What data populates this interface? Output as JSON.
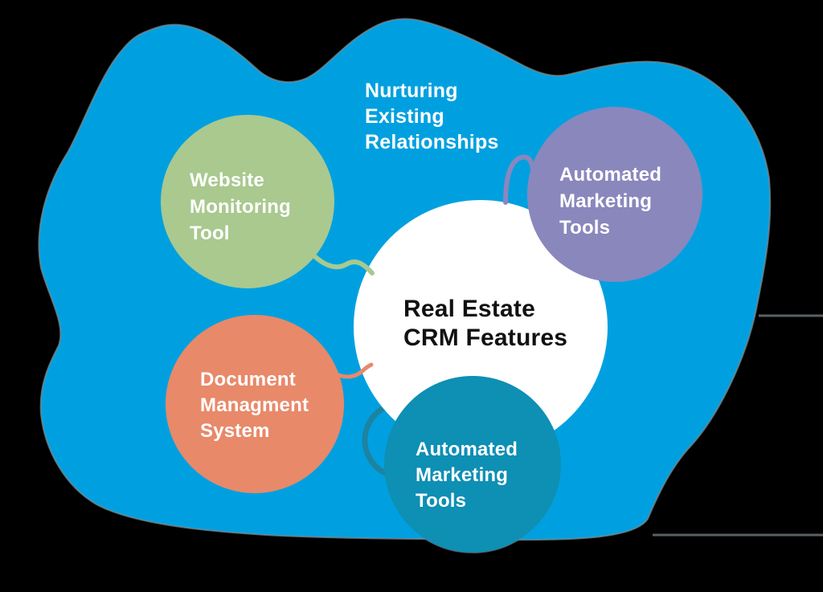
{
  "diagram": {
    "title": "Real Estate\nCRM Features",
    "floating_label": "Nurturing\nExisting\nRelationships",
    "nodes": [
      {
        "id": "website-monitoring-tool",
        "label": "Website\nMonitoring\nTool",
        "color": "#a9c98f"
      },
      {
        "id": "automated-marketing-tools-top",
        "label": "Automated\nMarketing\nTools",
        "color": "#8a87bd"
      },
      {
        "id": "document-management-system",
        "label": "Document\nManagment\nSystem",
        "color": "#e8896a"
      },
      {
        "id": "automated-marketing-tools-bottom",
        "label": "Automated\nMarketing\nTools",
        "color": "#0e8fb4"
      }
    ],
    "colors": {
      "canvas_background": "#000000",
      "blob": "#00a0e0",
      "center_circle": "#ffffff",
      "center_text": "#111111",
      "node_text": "#ffffff",
      "edge_fringe": "#8b8b8b",
      "teal_connector": "#1d83a2"
    }
  }
}
